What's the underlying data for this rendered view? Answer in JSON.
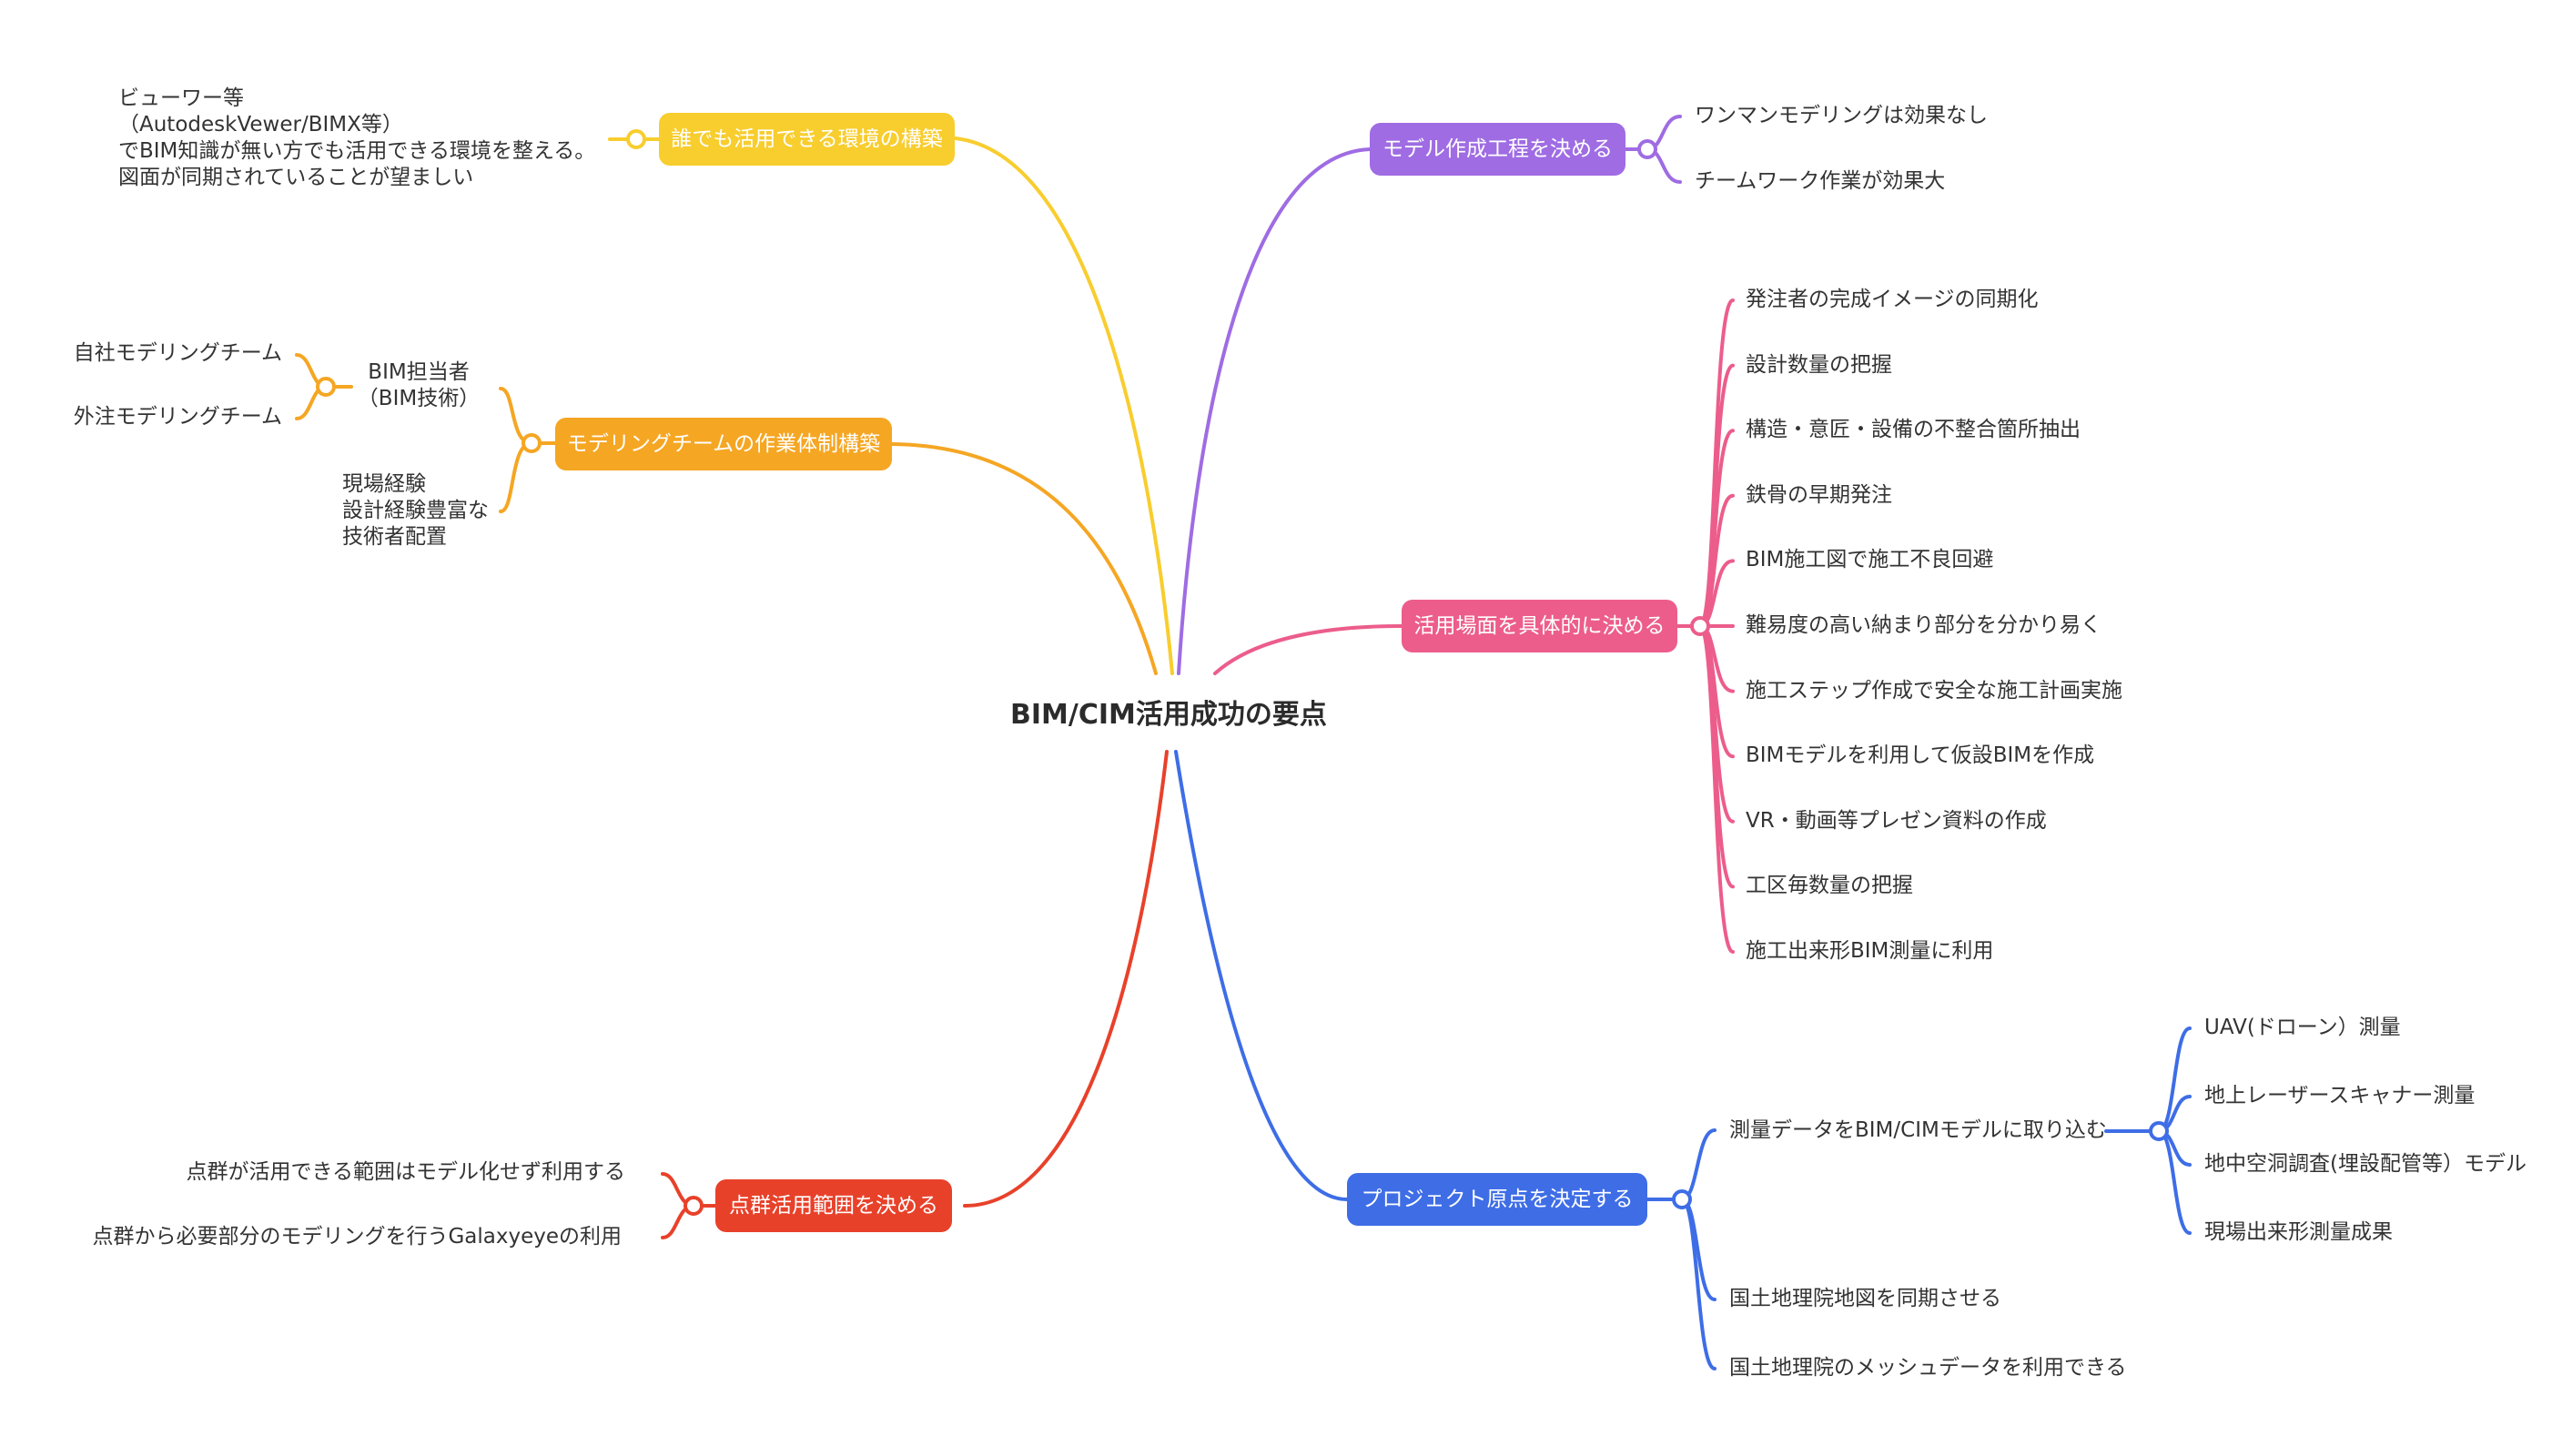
{
  "root": "BIM/CIM活用成功の要点",
  "colors": {
    "yellow": "#f8cd2e",
    "orange": "#f5a623",
    "red": "#e8412a",
    "purple": "#9f6ce3",
    "pink": "#ec5d8c",
    "blue": "#3e6de6"
  },
  "branches": {
    "env": {
      "label": "誰でも活用できる環境の構築",
      "note": "ビューワー等\n（AutodeskVewer/BIMX等）\nでBIM知識が無い方でも活用できる環境を整える。\n図面が同期されていることが望ましい"
    },
    "team": {
      "label": "モデリングチームの作業体制構築",
      "bim_person": "BIM担当者\n（BIM技術）",
      "bim_children": [
        "自社モデリングチーム",
        "外注モデリングチーム"
      ],
      "field": "現場経験\n設計経験豊富な\n技術者配置"
    },
    "pointcloud": {
      "label": "点群活用範囲を決める",
      "children": [
        "点群が活用できる範囲はモデル化せず利用する",
        "点群から必要部分のモデリングを行うGalaxyeyeの利用"
      ]
    },
    "process": {
      "label": "モデル作成工程を決める",
      "children": [
        "ワンマンモデリングは効果なし",
        "チームワーク作業が効果大"
      ]
    },
    "usage": {
      "label": "活用場面を具体的に決める",
      "children": [
        "発注者の完成イメージの同期化",
        "設計数量の把握",
        "構造・意匠・設備の不整合箇所抽出",
        "鉄骨の早期発注",
        "BIM施工図で施工不良回避",
        "難易度の高い納まり部分を分かり易く",
        "施工ステップ作成で安全な施工計画実施",
        "BIMモデルを利用して仮設BIMを作成",
        "VR・動画等プレゼン資料の作成",
        "工区毎数量の把握",
        "施工出来形BIM測量に利用"
      ]
    },
    "origin": {
      "label": "プロジェクト原点を決定する",
      "survey": "測量データをBIM/CIMモデルに取り込む",
      "survey_children": [
        "UAV(ドローン）測量",
        "地上レーザースキャナー測量",
        "地中空洞調査(埋設配管等）モデル",
        "現場出来形測量成果"
      ],
      "others": [
        "国土地理院地図を同期させる",
        "国土地理院のメッシュデータを利用できる"
      ]
    }
  }
}
